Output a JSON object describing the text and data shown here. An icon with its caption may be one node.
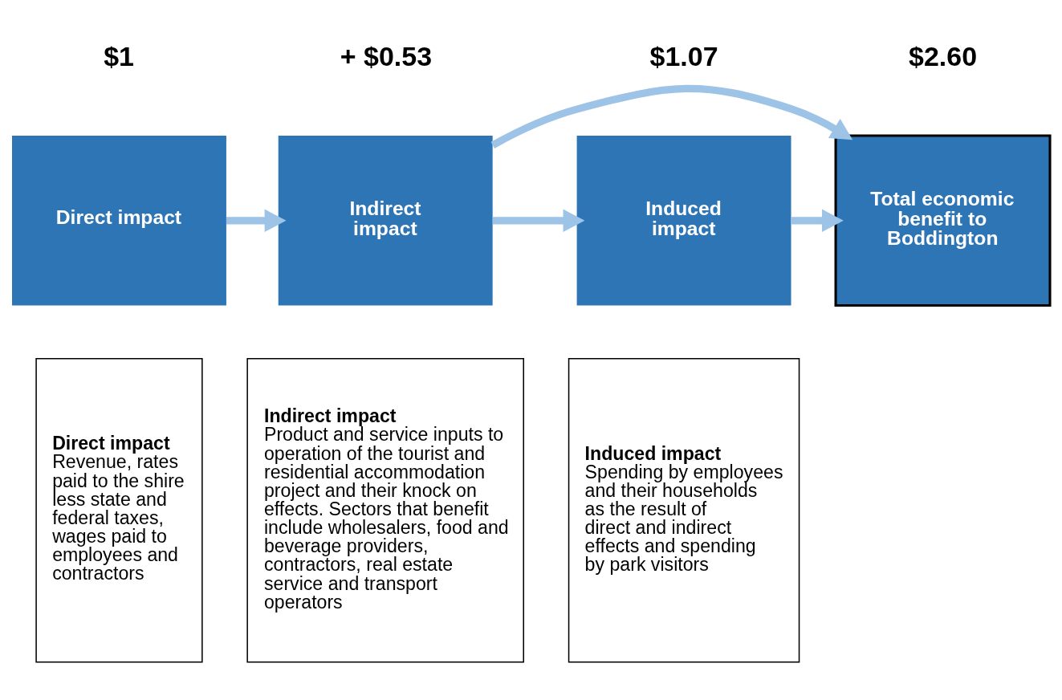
{
  "diagram": {
    "nodes": [
      {
        "text": [
          "Direct impact"
        ],
        "beside": [
          "$1"
        ]
      },
      {
        "text": [
          "Indirect impact"
        ],
        "beside": [
          "+ $0.53"
        ]
      },
      {
        "text": [
          "Induced impact"
        ],
        "beside": [
          "$1.07"
        ]
      },
      {
        "text": [
          "Total economic benefit to Boddington"
        ],
        "beside": [
          "$2.60"
        ]
      },
      {
        "text": [
          "Direct impact",
          "Revenue, rates paid to the shire less state and federal taxes, wages paid to employees and contractors"
        ]
      },
      {
        "text": [
          "Indirect impact",
          "Product and service inputs to operation of the tourist and residential accommodation project and their knock on effects. Sectors that benefit include wholesalers, food and beverage providers, contractors, real estate service and transport operators"
        ]
      },
      {
        "text": [
          "Induced impact",
          "Spending by employees and their households as the result of direct and indirect effects and spending by park visitors"
        ]
      }
    ],
    "edges": [
      {
        "from": 0,
        "to": 1,
        "arrow": "to"
      },
      {
        "from": 1,
        "to": 2,
        "arrow": "to"
      },
      {
        "from": 2,
        "to": 3,
        "arrow": "to"
      },
      {
        "from": 1,
        "to": 3,
        "arrow": "to"
      }
    ]
  }
}
